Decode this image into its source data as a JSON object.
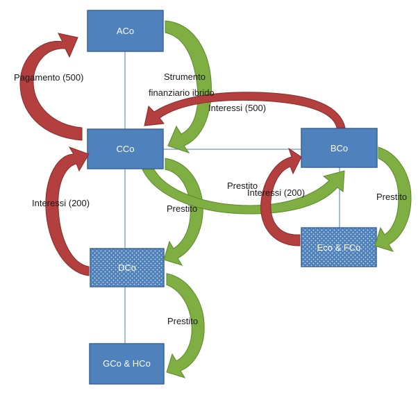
{
  "colors": {
    "box_fill": "#4f81bd",
    "box_border": "#3a6596",
    "line": "#4a7eae",
    "arrow_red": "#b33f3f",
    "arrow_red_edge": "#8a2a2a",
    "arrow_green": "#7fae43",
    "arrow_green_edge": "#5c8a2a"
  },
  "entities": {
    "aco": "ACo",
    "cco": "CCo",
    "bco": "BCo",
    "dco": "DCo",
    "eco_fco": "Eco & FCo",
    "gco_hco": "GCo & HCo"
  },
  "labels": {
    "pagamento": "Pagamento (500)",
    "strumento_line1": "Strumento",
    "strumento_line2": "finanziario ibrido",
    "interessi_500": "Interessi (500)",
    "interessi_200_left": "Interessi (200)",
    "prestito_cd": "Prestito",
    "prestito_cb": "Prestito",
    "interessi_200_right": "Interessi (200)",
    "prestito_be": "Prestito",
    "prestito_dg": "Prestito"
  }
}
